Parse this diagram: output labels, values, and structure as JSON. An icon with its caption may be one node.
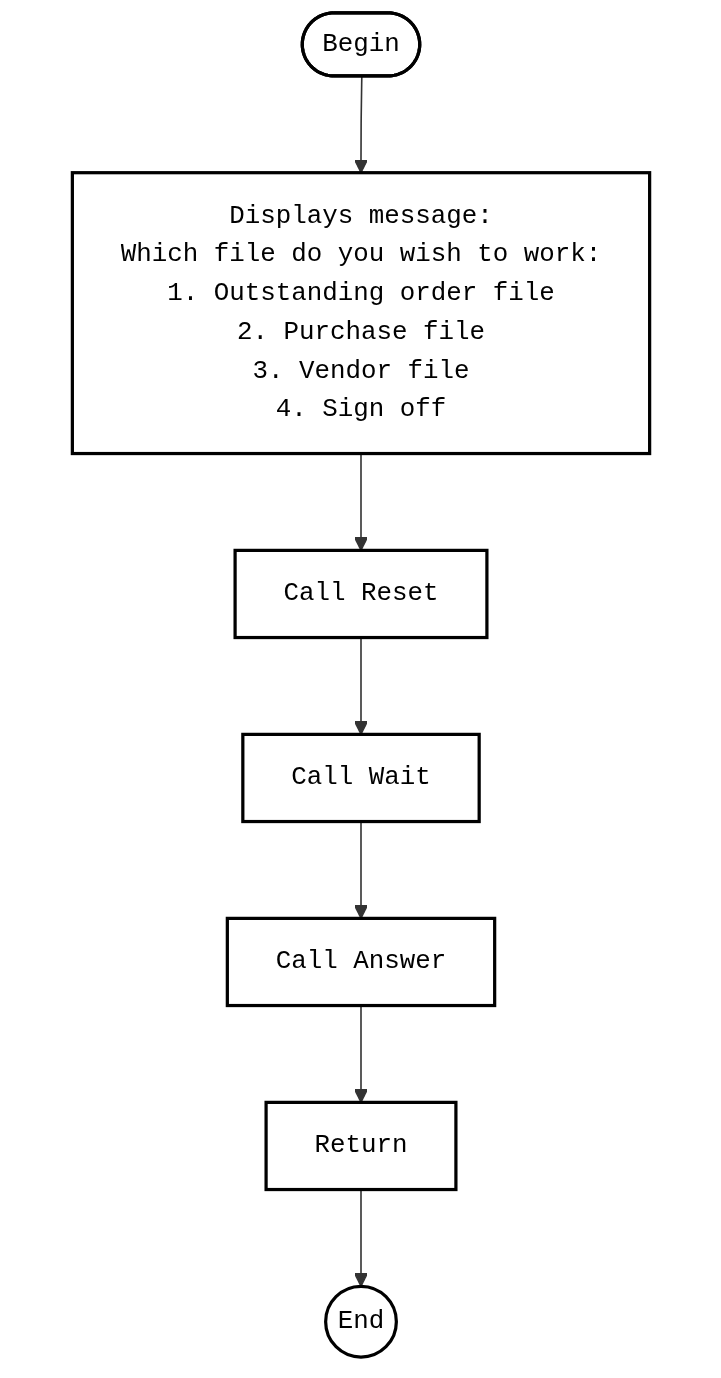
{
  "diagram": {
    "nodes": [
      {
        "text": [
          "Begin"
        ]
      },
      {
        "text": [
          "Displays message:",
          "Which file do you wish to work:",
          "1. Outstanding order file",
          "2. Purchase file",
          "3. Vendor file",
          "4. Sign off"
        ]
      },
      {
        "text": [
          "Call Reset"
        ]
      },
      {
        "text": [
          "Call Wait"
        ]
      },
      {
        "text": [
          "Call Answer"
        ]
      },
      {
        "text": [
          "Return"
        ]
      },
      {
        "text": [
          "End"
        ]
      }
    ],
    "edges": [
      {
        "from": 0,
        "to": 1,
        "arrow": "to"
      },
      {
        "from": 1,
        "to": 2,
        "arrow": "to"
      },
      {
        "from": 2,
        "to": 3,
        "arrow": "to"
      },
      {
        "from": 3,
        "to": 4,
        "arrow": "to"
      },
      {
        "from": 4,
        "to": 5,
        "arrow": "to"
      },
      {
        "from": 5,
        "to": 6,
        "arrow": "to"
      }
    ]
  }
}
